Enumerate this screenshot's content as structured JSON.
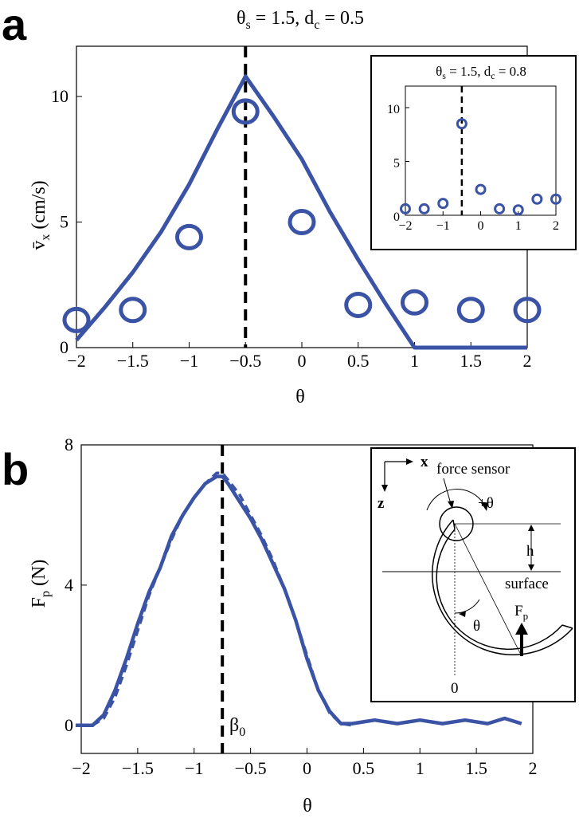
{
  "panels": {
    "a": {
      "letter": "a",
      "title": "θs = 1.5, dc = 0.5",
      "ylabel": "v̄x (cm/s)",
      "xlabel": "θ"
    },
    "a_inset": {
      "title": "θs = 1.5, dc = 0.8"
    },
    "b": {
      "letter": "b",
      "ylabel": "Fp (N)",
      "xlabel": "θ",
      "vline_label": "β0"
    },
    "b_inset": {
      "x_axis_label": "x",
      "z_axis_label": "z",
      "force_sensor": "force sensor",
      "plus_theta": "+θ",
      "h": "h",
      "surface": "surface",
      "theta": "θ",
      "force": "Fp",
      "zero": "0"
    }
  },
  "chart_data": [
    {
      "id": "a",
      "type": "line",
      "title": "θs = 1.5, dc = 0.5",
      "xlabel": "θ",
      "ylabel": "v̄x (cm/s)",
      "xlim": [
        -2,
        2
      ],
      "ylim": [
        0,
        12
      ],
      "xticks": [
        -2,
        -1.5,
        -1,
        -0.5,
        0,
        0.5,
        1,
        1.5,
        2
      ],
      "yticks": [
        0,
        5,
        10
      ],
      "vline": -0.5,
      "line": {
        "x": [
          -2,
          -1.75,
          -1.5,
          -1.25,
          -1,
          -0.75,
          -0.5,
          -0.25,
          0,
          0.25,
          0.5,
          0.75,
          1,
          1.5,
          2
        ],
        "y": [
          0.3,
          1.6,
          3.0,
          4.6,
          6.5,
          8.7,
          10.8,
          9.2,
          7.5,
          5.4,
          3.5,
          1.7,
          0,
          0,
          0
        ]
      },
      "points": {
        "x": [
          -2,
          -1.5,
          -1,
          -0.5,
          0,
          0.5,
          1,
          1.5,
          2
        ],
        "y": [
          1.1,
          1.5,
          4.4,
          9.4,
          5.0,
          1.7,
          1.8,
          1.5,
          1.5
        ]
      }
    },
    {
      "id": "a_inset",
      "type": "scatter",
      "title": "θs = 1.5, dc = 0.8",
      "xlim": [
        -2,
        2
      ],
      "ylim": [
        0,
        12
      ],
      "xticks": [
        -2,
        -1,
        0,
        1,
        2
      ],
      "yticks": [
        0,
        5,
        10
      ],
      "vline": -0.5,
      "points": {
        "x": [
          -2,
          -1.5,
          -1,
          -0.5,
          0,
          0.5,
          1,
          1.5,
          2
        ],
        "y": [
          0.6,
          0.6,
          1.1,
          8.5,
          2.4,
          0.6,
          0.5,
          1.5,
          1.5
        ]
      }
    },
    {
      "id": "b",
      "type": "line",
      "xlabel": "θ",
      "ylabel": "Fp (N)",
      "xlim": [
        -2,
        2
      ],
      "ylim": [
        -0.8,
        8
      ],
      "xticks": [
        -2,
        -1.5,
        -1,
        -0.5,
        0,
        0.5,
        1,
        1.5,
        2
      ],
      "yticks": [
        0,
        4,
        8
      ],
      "vline": -0.75,
      "vline_label": "β0",
      "series": [
        {
          "style": "solid",
          "x": [
            -2.05,
            -1.9,
            -1.8,
            -1.7,
            -1.6,
            -1.5,
            -1.4,
            -1.3,
            -1.2,
            -1.1,
            -1.0,
            -0.9,
            -0.8,
            -0.75,
            -0.7,
            -0.6,
            -0.5,
            -0.4,
            -0.3,
            -0.2,
            -0.1,
            0.0,
            0.1,
            0.2,
            0.3,
            0.4,
            0.5,
            0.6,
            0.8,
            1.0,
            1.2,
            1.4,
            1.6,
            1.75,
            1.9
          ],
          "y": [
            0,
            0,
            0.3,
            1.0,
            1.9,
            2.9,
            3.8,
            4.5,
            5.4,
            6.0,
            6.5,
            6.9,
            7.1,
            7.1,
            6.9,
            6.4,
            5.9,
            5.3,
            4.6,
            3.9,
            3.0,
            1.9,
            1.0,
            0.4,
            0.05,
            0.05,
            0.1,
            0.15,
            0.05,
            0.15,
            0.05,
            0.15,
            0.05,
            0.2,
            0.05
          ]
        },
        {
          "style": "dashed",
          "x": [
            -1.9,
            -1.8,
            -1.7,
            -1.6,
            -1.5,
            -1.4,
            -1.3,
            -1.2,
            -1.1,
            -1.0,
            -0.9,
            -0.8,
            -0.75,
            -0.7,
            -0.6,
            -0.5,
            -0.4,
            -0.3,
            -0.2,
            -0.1,
            0.0,
            0.1,
            0.2,
            0.3,
            0.4
          ],
          "y": [
            0,
            0.2,
            0.8,
            1.7,
            2.7,
            3.7,
            4.5,
            5.3,
            6.0,
            6.5,
            6.9,
            7.2,
            7.2,
            7.0,
            6.6,
            6.0,
            5.4,
            4.7,
            3.9,
            3.0,
            2.0,
            1.0,
            0.35,
            0.05,
            0
          ]
        }
      ]
    }
  ]
}
